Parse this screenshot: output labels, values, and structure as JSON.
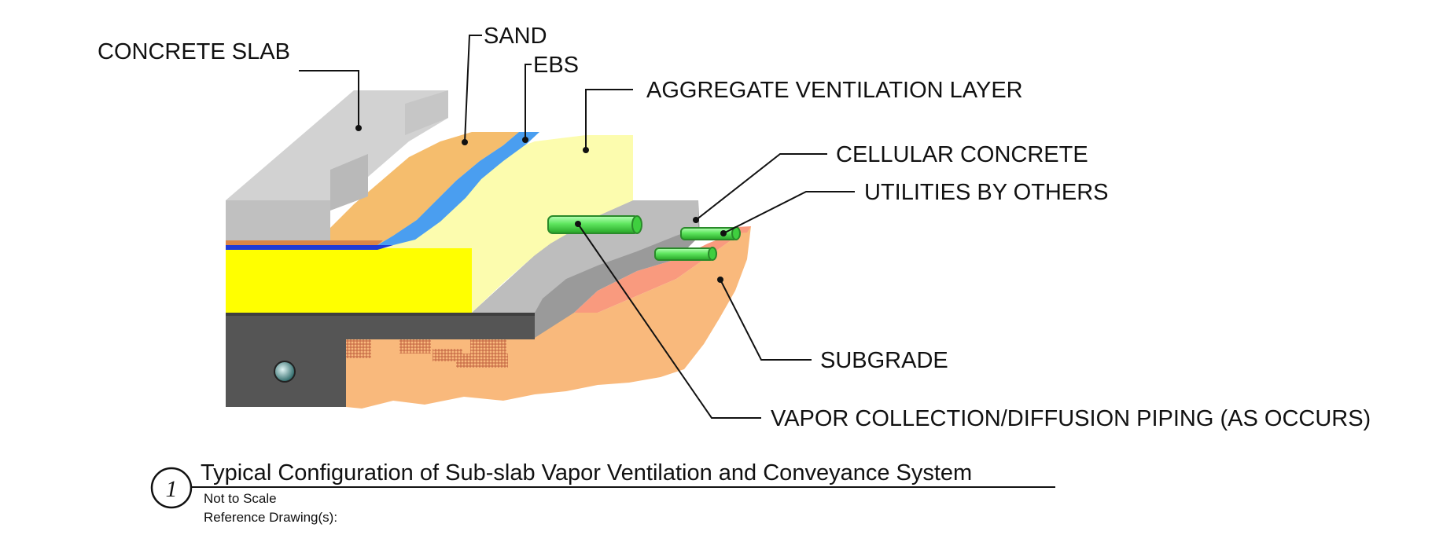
{
  "labels": {
    "concrete_slab": "CONCRETE SLAB",
    "sand": "SAND",
    "ebs": "EBS",
    "aggregate_ventilation_layer": "AGGREGATE VENTILATION LAYER",
    "cellular_concrete": "CELLULAR CONCRETE",
    "utilities_by_others": "UTILITIES BY OTHERS",
    "subgrade": "SUBGRADE",
    "vapor_piping": "VAPOR COLLECTION/DIFFUSION PIPING (AS OCCURS)"
  },
  "caption": {
    "number": "1",
    "title": "Typical Configuration of Sub-slab Vapor Ventilation and Conveyance System",
    "scale_note": "Not to Scale",
    "reference": "Reference Drawing(s):"
  },
  "colors": {
    "concrete_slab": "#c8c8c8",
    "sand": "#f5bd6d",
    "ebs": "#4a9ef0",
    "aggregate_top": "#fcfcae",
    "aggregate_front": "#ffff00",
    "cellular_concrete": "#9a9a9a",
    "subgrade": "#f9b97c",
    "subgrade_cut": "#f99a7e",
    "footing": "#555555",
    "pipe": "#5ee65e"
  }
}
